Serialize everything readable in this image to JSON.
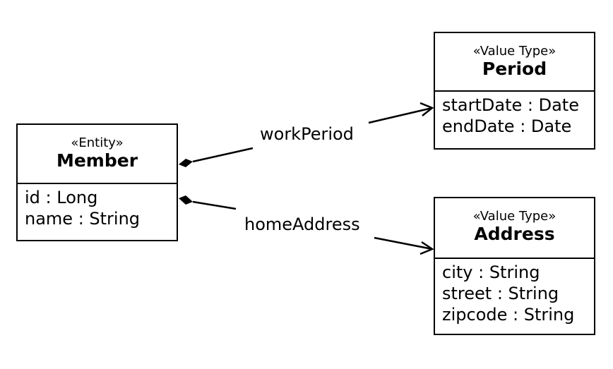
{
  "classes": {
    "member": {
      "stereotype": "«Entity»",
      "name": "Member",
      "attributes": [
        "id : Long",
        "name : String"
      ]
    },
    "period": {
      "stereotype": "«Value Type»",
      "name": "Period",
      "attributes": [
        "startDate : Date",
        "endDate : Date"
      ]
    },
    "address": {
      "stereotype": "«Value Type»",
      "name": "Address",
      "attributes": [
        "city : String",
        "street : String",
        "zipcode : String"
      ]
    }
  },
  "relations": {
    "work_period": {
      "label": "workPeriod",
      "from": "Member",
      "to": "Period",
      "kind": "composition"
    },
    "home_address": {
      "label": "homeAddress",
      "from": "Member",
      "to": "Address",
      "kind": "composition"
    }
  }
}
